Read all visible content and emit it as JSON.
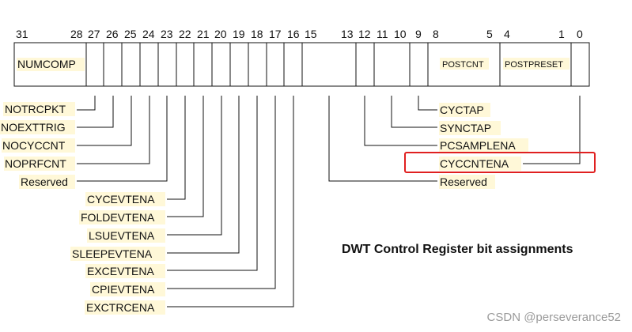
{
  "diagram": {
    "bit_numbers": [
      "31",
      "28",
      "27",
      "26",
      "25",
      "24",
      "23",
      "22",
      "21",
      "20",
      "19",
      "18",
      "17",
      "16",
      "15",
      "13",
      "12",
      "11",
      "10",
      "9",
      "8",
      "5",
      "4",
      "1",
      "0"
    ],
    "fields": {
      "numcomp": "NUMCOMP",
      "postcnt": "POSTCNT",
      "postpreset": "POSTPRESET"
    },
    "labels_left": [
      "NOTRCPKT",
      "NOEXTTRIG",
      "NOCYCCNT",
      "NOPRFCNT",
      "Reserved"
    ],
    "labels_bottom": [
      "CYCEVTENA",
      "FOLDEVTENA",
      "LSUEVTENA",
      "SLEEPEVTENA",
      "EXCEVTENA",
      "CPIEVTENA",
      "EXCTRCENA"
    ],
    "labels_right": [
      "CYCTAP",
      "SYNCTAP",
      "PCSAMPLENA",
      "CYCCNTENA",
      "Reserved"
    ],
    "caption": "DWT Control Register bit assignments",
    "highlight_color": "#e02020"
  },
  "watermark": "CSDN @perseverance52"
}
